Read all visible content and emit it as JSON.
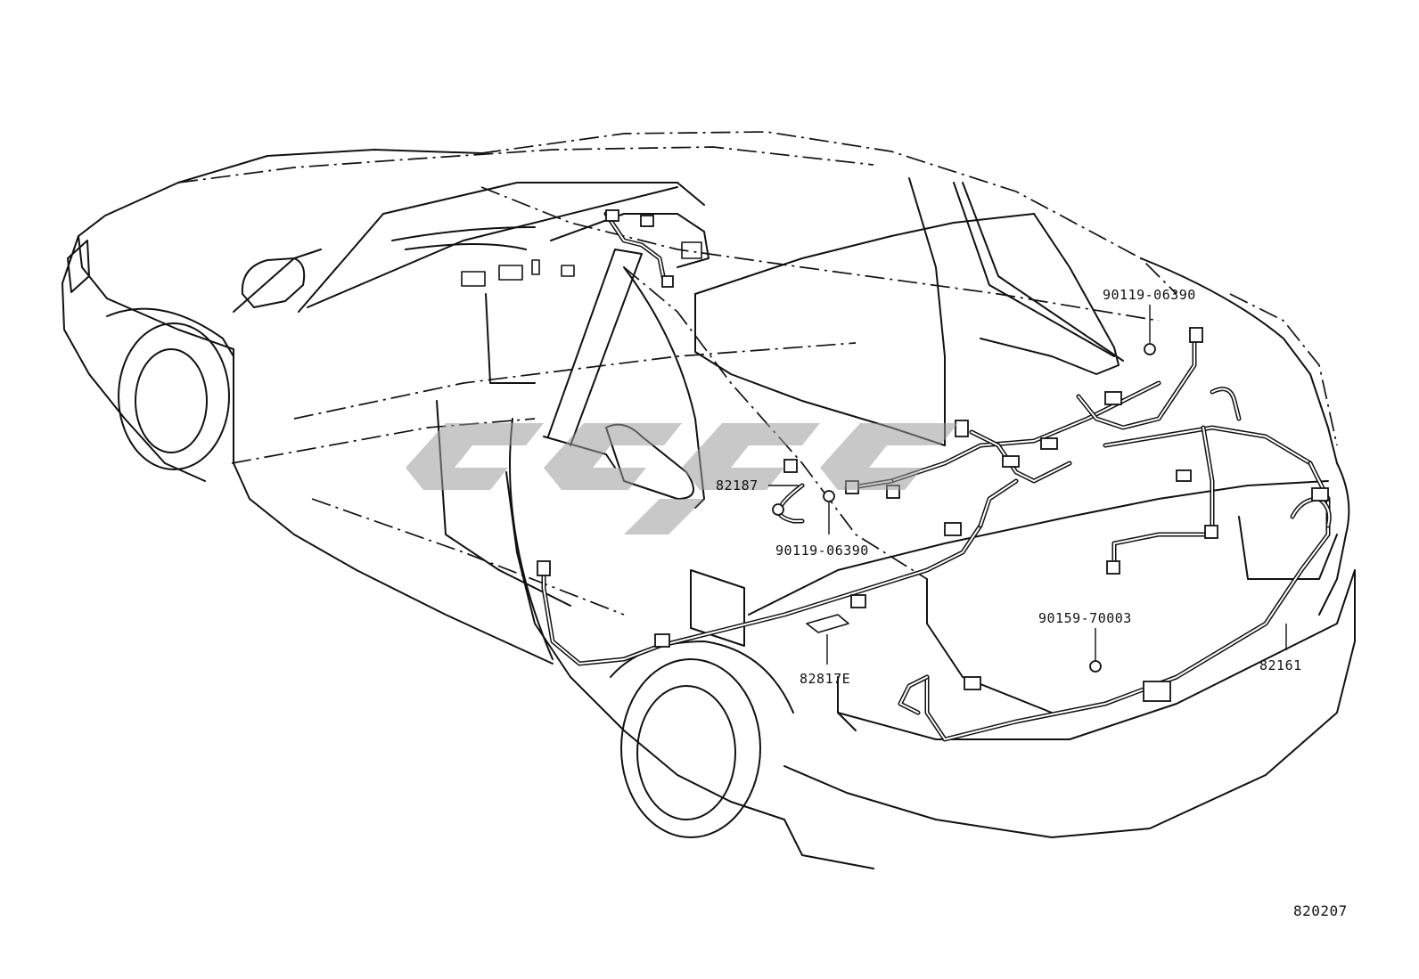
{
  "diagram_number": "820207",
  "callouts": [
    {
      "id": "bolt-upper-right",
      "text": "90119-06390"
    },
    {
      "id": "harness-82187",
      "text": "82187"
    },
    {
      "id": "bolt-center",
      "text": "90119-06390"
    },
    {
      "id": "clamp",
      "text": "90159-70003"
    },
    {
      "id": "protector-82817e",
      "text": "82817E"
    },
    {
      "id": "harness-82161",
      "text": "82161"
    }
  ]
}
